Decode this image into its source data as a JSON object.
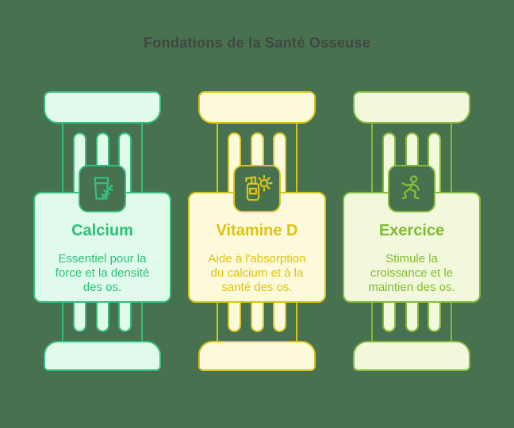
{
  "page": {
    "background": "#47714F",
    "title": "Fondations de la Santé Osseuse",
    "title_color": "#414843"
  },
  "pillars": [
    {
      "id": "calcium",
      "title": "Calcium",
      "description": "Essentiel pour la\nforce et la densité\ndes os.",
      "fill": "#E0FBEC",
      "stroke": "#34BE7B",
      "text_color": "#2BBF74",
      "icon": "milk-glass-sprig-icon"
    },
    {
      "id": "vitamine-d",
      "title": "Vitamine D",
      "description": "Aide à l'absorption\ndu calcium et à la\nsanté des os.",
      "fill": "#FDFADC",
      "stroke": "#D8C51C",
      "text_color": "#DFC20D",
      "icon": "supplement-bottle-sun-icon"
    },
    {
      "id": "exercice",
      "title": "Exercice",
      "description": "Stimule la\ncroissance et le\nmaintien des os.",
      "fill": "#F2F8DB",
      "stroke": "#84BB3C",
      "text_color": "#7FBB30",
      "icon": "runner-icon"
    }
  ]
}
